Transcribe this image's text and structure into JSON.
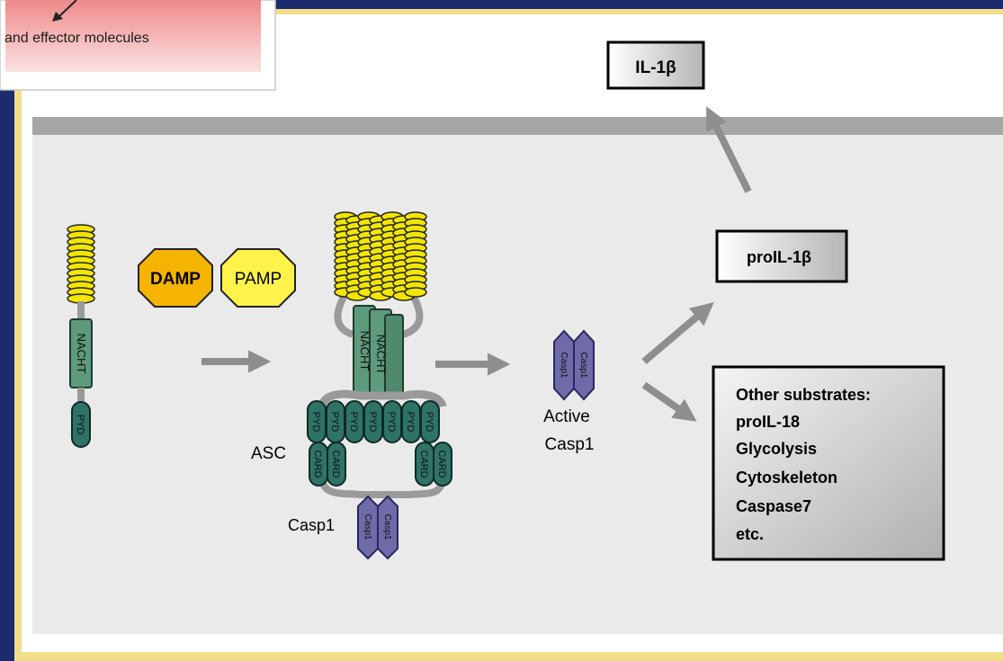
{
  "slide": {
    "callout_text": "and effector molecules"
  },
  "diagram": {
    "product_label": "IL-1β",
    "precursor_label": "proIL-1β",
    "ligands": {
      "damp": "DAMP",
      "pamp": "PAMP"
    },
    "domains": {
      "nacht": "NACHT",
      "pyd": "PYD",
      "card": "CARD",
      "casp": "Casp1"
    },
    "asc_label": "ASC",
    "casp1_label": "Casp1",
    "active_casp1_line1": "Active",
    "active_casp1_line2": "Casp1",
    "substrates": {
      "title": "Other substrates:",
      "items": [
        "proIL-18",
        "Glycolysis",
        "Cytoskeleton",
        "Caspase7",
        "etc."
      ]
    }
  },
  "colors": {
    "frame_blue": "#1c2b6b",
    "frame_gold": "#f2dd8a",
    "cell_bg": "#eaeaea",
    "membrane": "#a6a6a6",
    "arrow": "#8e8e8e",
    "lrr": "#f2e600",
    "nacht": "#5e9a7c",
    "pyd": "#2f7367",
    "card": "#2f7367",
    "casp": "#6f6aa8",
    "damp": "#f5b400",
    "pamp": "#fff24a",
    "callout": "#f4a8a8"
  }
}
